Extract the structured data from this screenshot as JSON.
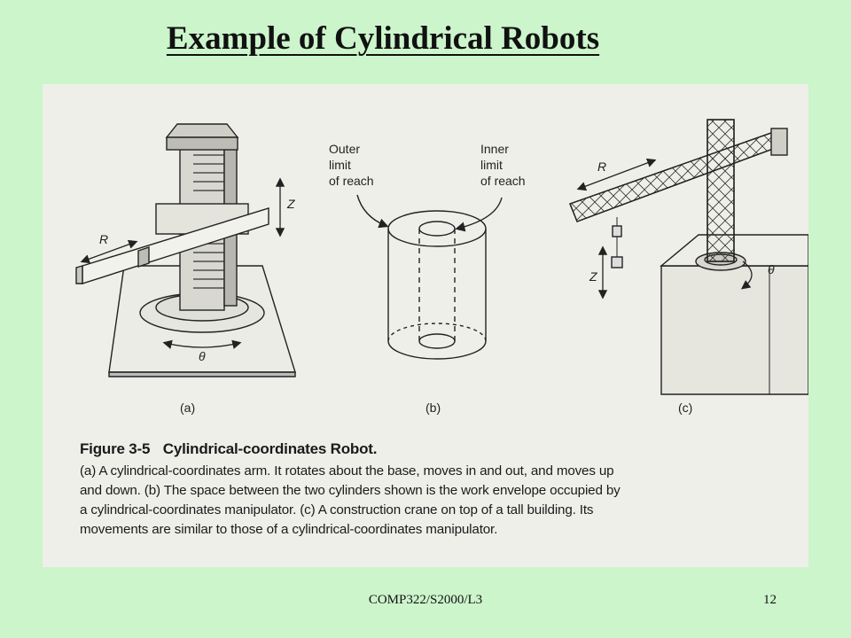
{
  "slide": {
    "title": "Example of Cylindrical Robots",
    "footer": "COMP322/S2000/L3",
    "page_number": "12"
  },
  "figure": {
    "panel_a": {
      "label": "(a)",
      "axis_r": "R",
      "axis_z": "Z",
      "axis_theta": "θ"
    },
    "panel_b": {
      "label": "(b)",
      "outer_lines": [
        "Outer",
        "limit",
        "of reach"
      ],
      "inner_lines": [
        "Inner",
        "limit",
        "of reach"
      ]
    },
    "panel_c": {
      "label": "(c)",
      "axis_r": "R",
      "axis_z": "Z",
      "axis_theta": "θ"
    },
    "caption": {
      "number": "Figure 3-5",
      "title": "Cylindrical-coordinates Robot.",
      "lines": [
        "(a) A cylindrical-coordinates arm. It rotates about the base, moves in and out, and moves up",
        "and down. (b) The space between the two cylinders shown is the work envelope occupied by",
        "a cylindrical-coordinates manipulator. (c) A construction crane on top of a tall building. Its",
        "movements are similar to those of a cylindrical-coordinates manipulator."
      ]
    }
  }
}
